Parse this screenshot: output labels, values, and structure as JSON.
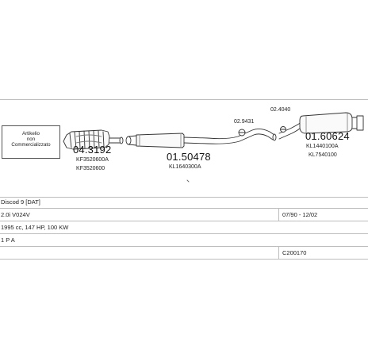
{
  "note": {
    "lines": [
      "Artikelio",
      "non",
      "Commercializzato"
    ]
  },
  "parts": {
    "cat_number": "04.3192",
    "cat_ref1": "KF3520600A",
    "cat_ref2": "KF3520600",
    "mid_number": "01.50478",
    "mid_ref": "KL1640300A",
    "rear_number": "01.60624",
    "rear_ref1": "KL1440100A",
    "rear_ref2": "KL7540100",
    "clamp1": "02.9431",
    "clamp2": "02.4040"
  },
  "info": {
    "model": "Discod 9 [DAT]",
    "engine": "2.0i V024V",
    "date_range": "07/90 - 12/02",
    "specs": "1995 cc, 147 HP, 100 KW",
    "row4_left": "1 P A",
    "code": "C200170"
  }
}
